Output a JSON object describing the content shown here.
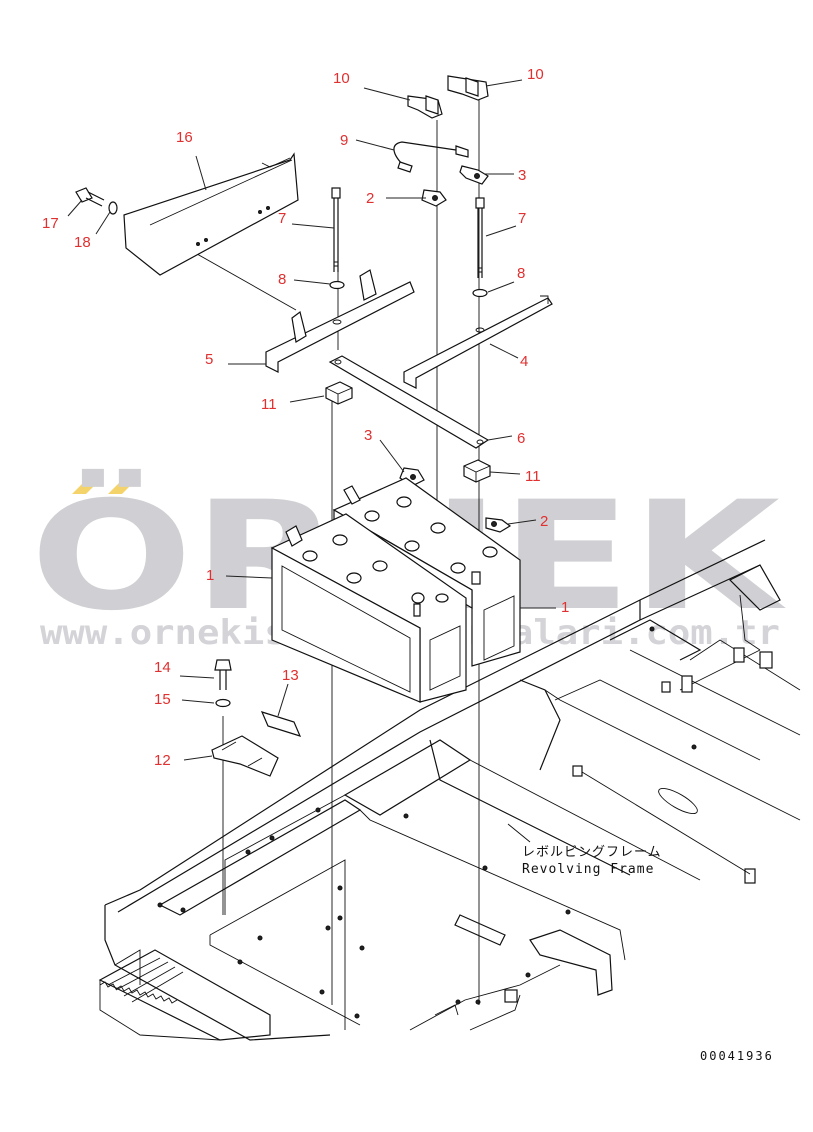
{
  "watermark": {
    "brand": "ÖRNEK",
    "url": "www.ornekismakinaparcalari.com.tr",
    "dot_color": "#f5d36b",
    "text_color": "#d0d0d4"
  },
  "frame_label": {
    "japanese": "レボルビングフレーム",
    "english": "Revolving Frame"
  },
  "document_number": "00041936",
  "callout_color": "#e03030",
  "callouts": {
    "c10a": "10",
    "c10b": "10",
    "c9": "9",
    "c3a": "3",
    "c16": "16",
    "c2a": "2",
    "c7a": "7",
    "c7b": "7",
    "c17": "17",
    "c18": "18",
    "c8a": "8",
    "c8b": "8",
    "c5": "5",
    "c4": "4",
    "c11a": "11",
    "c6": "6",
    "c3b": "3",
    "c11b": "11",
    "c2b": "2",
    "c1a": "1",
    "c1b": "1",
    "c14": "14",
    "c13": "13",
    "c15": "15",
    "c12": "12"
  }
}
